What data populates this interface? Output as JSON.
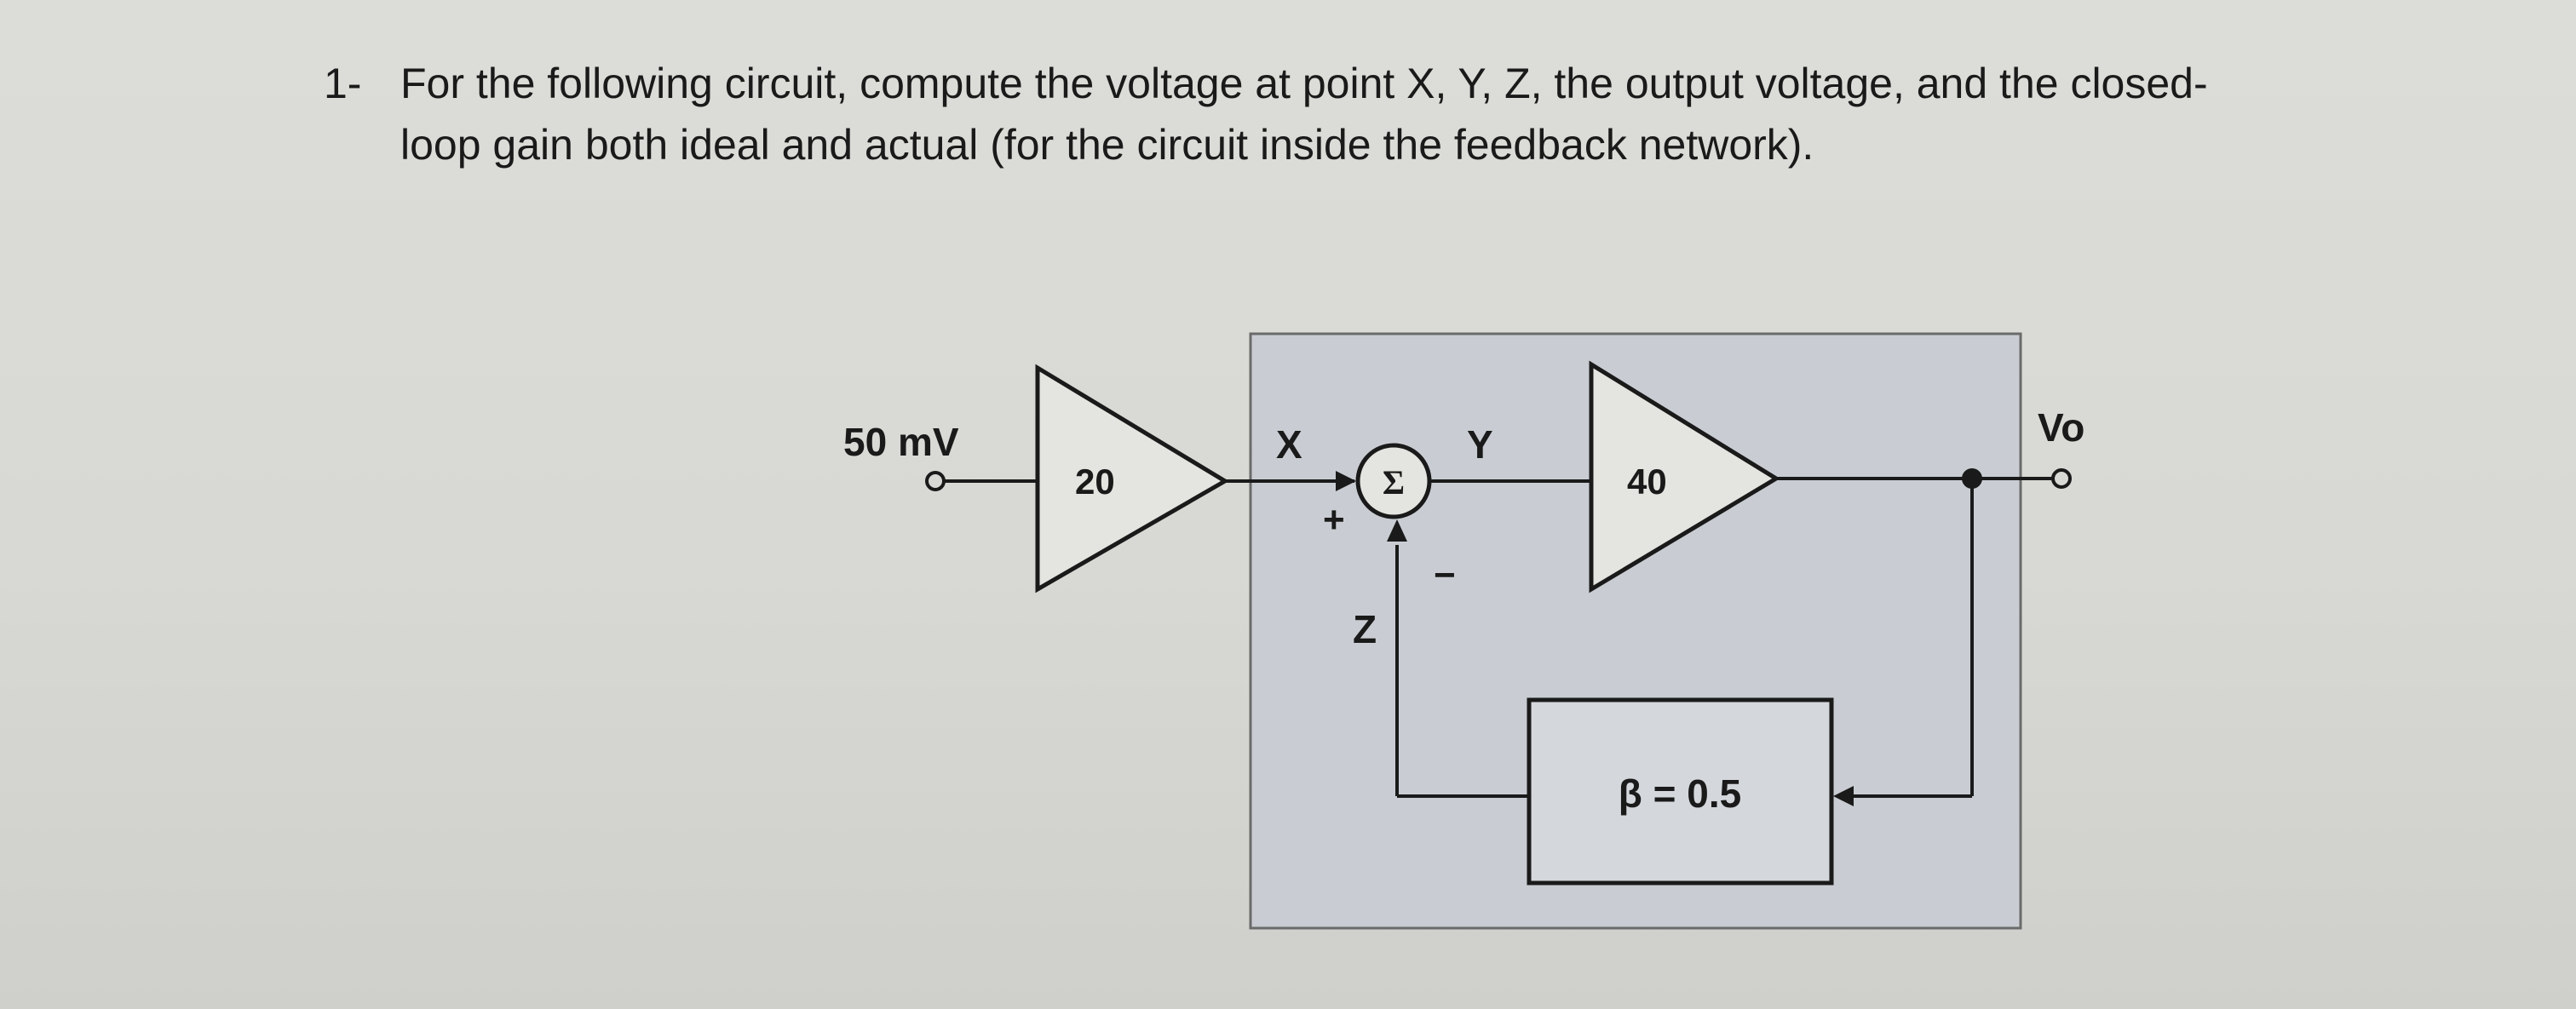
{
  "question": {
    "number": "1-",
    "text": "For the following circuit, compute the voltage at point X, Y, Z, the output voltage, and the closed-loop gain both ideal and actual (for the circuit inside the feedback network)."
  },
  "diagram": {
    "input_label": "50 mV",
    "amp1_gain": "20",
    "amp2_gain": "40",
    "node_x": "X",
    "node_y": "Y",
    "node_z": "Z",
    "summer_symbol": "Σ",
    "plus_sign": "+",
    "minus_sign": "−",
    "output_label": "Vo",
    "beta_label": "β = 0.5"
  }
}
